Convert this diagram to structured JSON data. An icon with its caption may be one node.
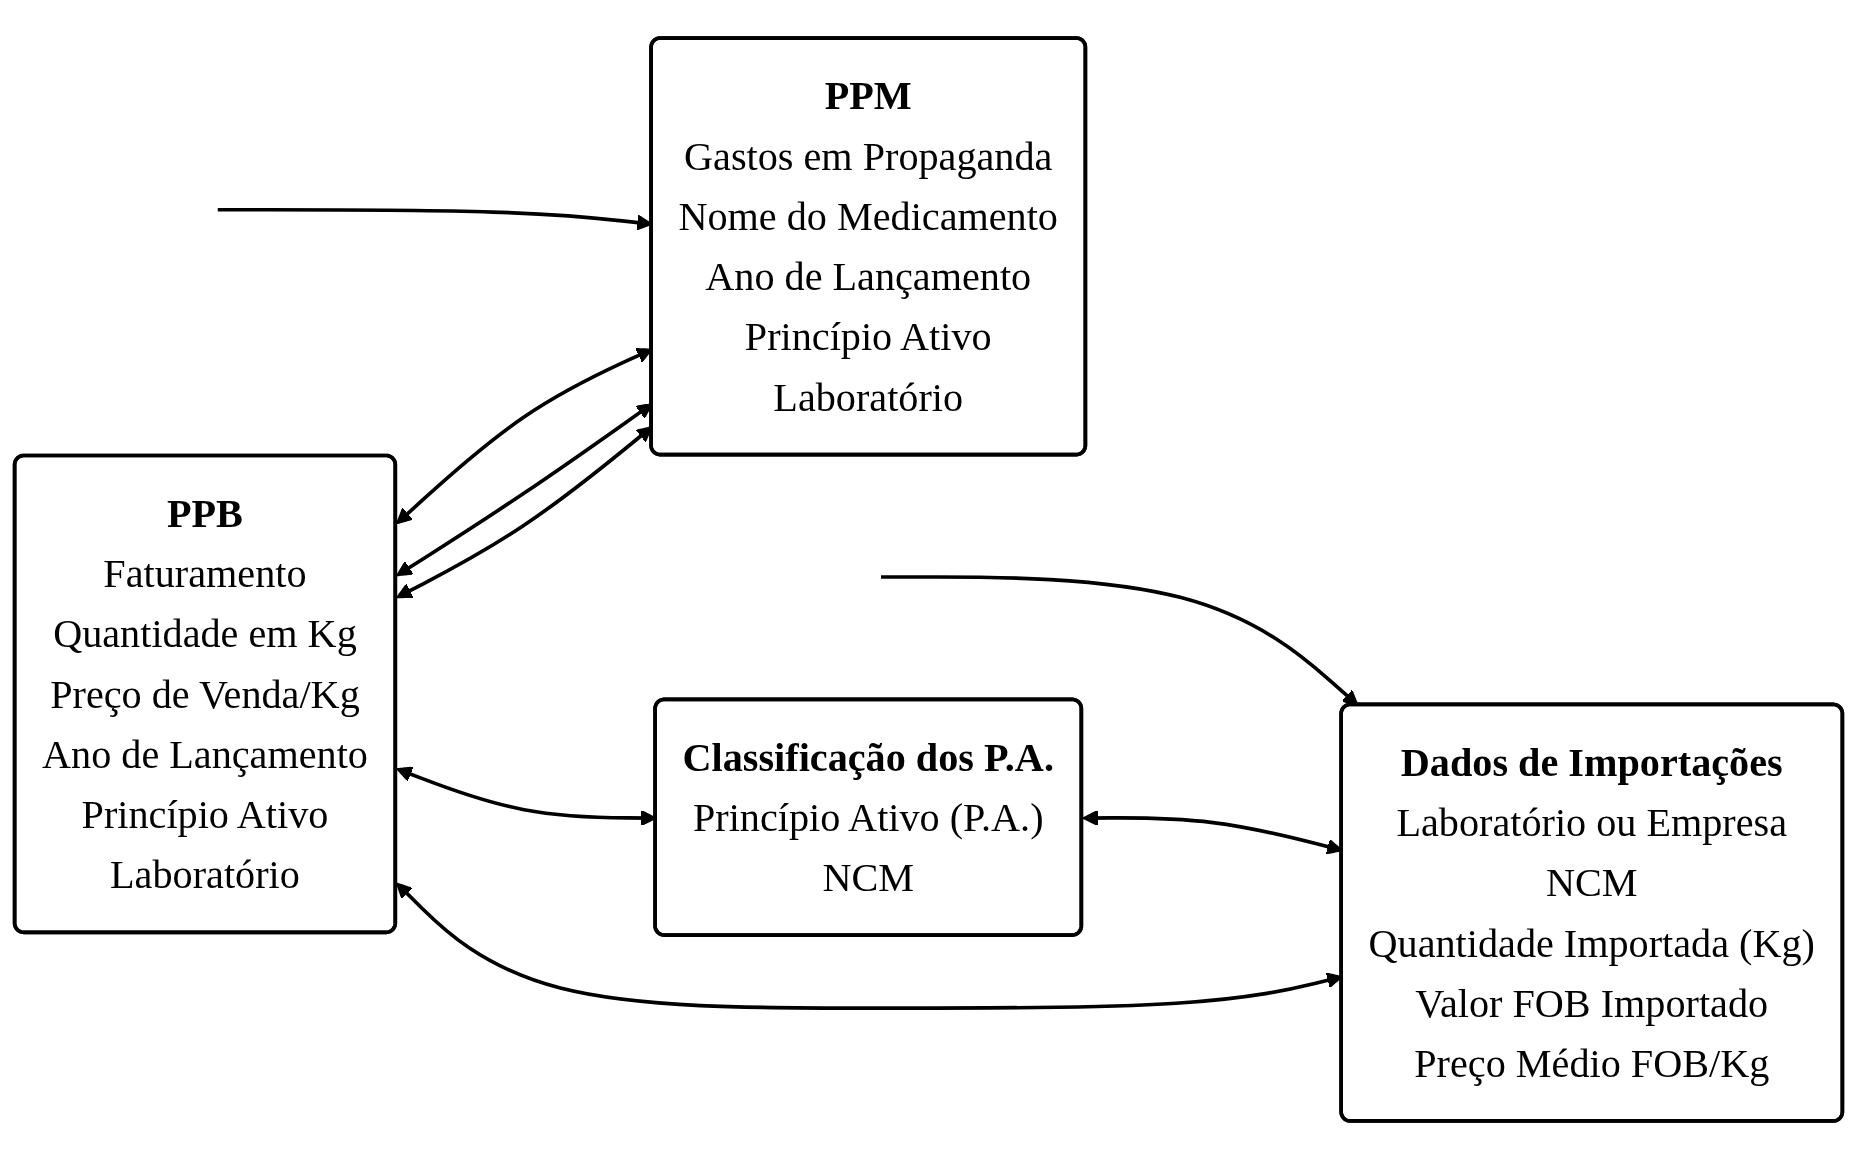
{
  "diagram": {
    "nodes": [
      {
        "text": [
          "PPB",
          "Faturamento",
          "Quantidade em Kg",
          "Preço de Venda/Kg",
          "Ano de Lançamento",
          "Princípio Ativo",
          "Laboratório"
        ]
      },
      {
        "text": [
          "PPM",
          "Gastos em Propaganda",
          "Nome do Medicamento",
          "Ano de Lançamento",
          "Princípio Ativo",
          "Laboratório"
        ]
      },
      {
        "text": [
          "Classificação dos P.A.",
          "Princípio Ativo (P.A.)",
          "NCM"
        ]
      },
      {
        "text": [
          "Dados de Importações",
          "Laboratório ou Empresa",
          "NCM",
          "Quantidade Importada (Kg)",
          "Valor FOB Importado",
          "Preço Médio FOB/Kg"
        ]
      }
    ],
    "edges": [
      {
        "from": 0,
        "to": 1,
        "arrow": "both"
      },
      {
        "from": 0,
        "to": 1,
        "arrow": "both"
      },
      {
        "from": 0,
        "to": 1,
        "arrow": "both"
      },
      {
        "from": 0,
        "to": 3,
        "arrow": "both"
      },
      {
        "from": 2,
        "to": 3,
        "arrow": "both"
      },
      {
        "from": 0,
        "to": 2,
        "arrow": "both"
      },
      {
        "from": null,
        "to": 1,
        "arrow": "to"
      },
      {
        "from": null,
        "to": 3,
        "arrow": "to"
      }
    ]
  }
}
